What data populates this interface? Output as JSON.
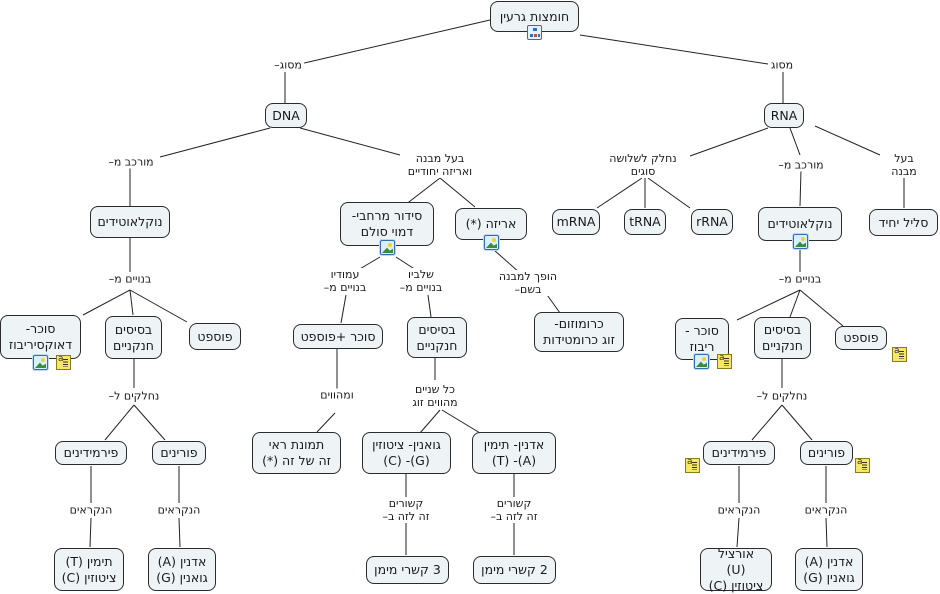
{
  "diagram": {
    "title": "חומצות גרעין",
    "nodes": {
      "root": "חומצות גרעין",
      "dna": "DNA",
      "rna": "RNA",
      "dna_nucleotides": "נוקלאוטידים",
      "spatial": "סידור מרחבי-\nדמוי סולם",
      "packing": "אריזה (*)",
      "mrna": "mRNA",
      "trna": "tRNA",
      "rrna": "rRNA",
      "rna_nucleotides": "נוקלאוטידים",
      "single_strand": "סליל יחיד",
      "deoxyribose": "סוכר-\nדאוקסיריבוז",
      "dna_bases": "בסיסים\nחנקניים",
      "dna_phosphate": "פוספט",
      "sugar_phosphate": "סוכר +פוספט",
      "steps_bases": "בסיסים\nחנקניים",
      "chromosome": "כרומוזום-\nזוג כרומטידות",
      "ribose": "סוכר -\nריבוז",
      "rna_bases": "בסיסים\nחנקניים",
      "rna_phosphate": "פוספט",
      "dna_pyrimidines": "פירמידינים",
      "dna_purines": "פורינים",
      "mirror": "תמונת ראי\nזה של זה (*)",
      "gc_pair": "גואנין- ציטוזין\n(G)- (C)",
      "at_pair": "אדנין- תימין\n(A)- (T)",
      "rna_pyrimidines": "פירמידינים",
      "rna_purines": "פורינים",
      "dna_pyr_names": "תימין (T)\nציטוזין (C)",
      "dna_pur_names": "אדנין (A)\nגואנין (G)",
      "three_h": "3 קשרי מימן",
      "two_h": "2 קשרי מימן",
      "rna_pyr_names": "אורציל (U)\nציטוזין (C)",
      "rna_pur_names": "אדנין (A)\nגואנין (G)"
    },
    "links": {
      "type_dna": "מסוג–",
      "type_rna": "מסוג",
      "dna_composed": "מורכב מ–",
      "dna_structure": "בעל מבנה\nואריזה יחודיים",
      "rna_three": "נחלק לשלושה\nסוגים",
      "rna_composed": "מורכב מ–",
      "rna_structure": "בעל מבנה",
      "dna_built": "בנויים מ–",
      "columns": "עמודיו\nבנויים מ–",
      "steps": "שלביו\nבנויים מ–",
      "becomes": "הופך למבנה\nבשם–",
      "rna_built": "בנויים מ–",
      "dna_divided": "נחלקים ל–",
      "and_form": "ומהווים",
      "each_two": "כל שניים\nמהווים זוג",
      "rna_divided": "נחלקים ל–",
      "called_1": "הנקראים",
      "called_2": "הנקראים",
      "bound_1": "קשורים\nזה לזה ב–",
      "bound_2": "קשורים\nזה לזה ב–",
      "called_3": "הנקראים",
      "called_4": "הנקראים"
    },
    "icons": {
      "root_submap": "concept-map-icon",
      "image_resource": "image-icon",
      "text_note": "text-note-icon"
    },
    "colors": {
      "node_fill": "#eef3f6",
      "node_border": "#2b2b2b",
      "line": "#222222"
    }
  }
}
